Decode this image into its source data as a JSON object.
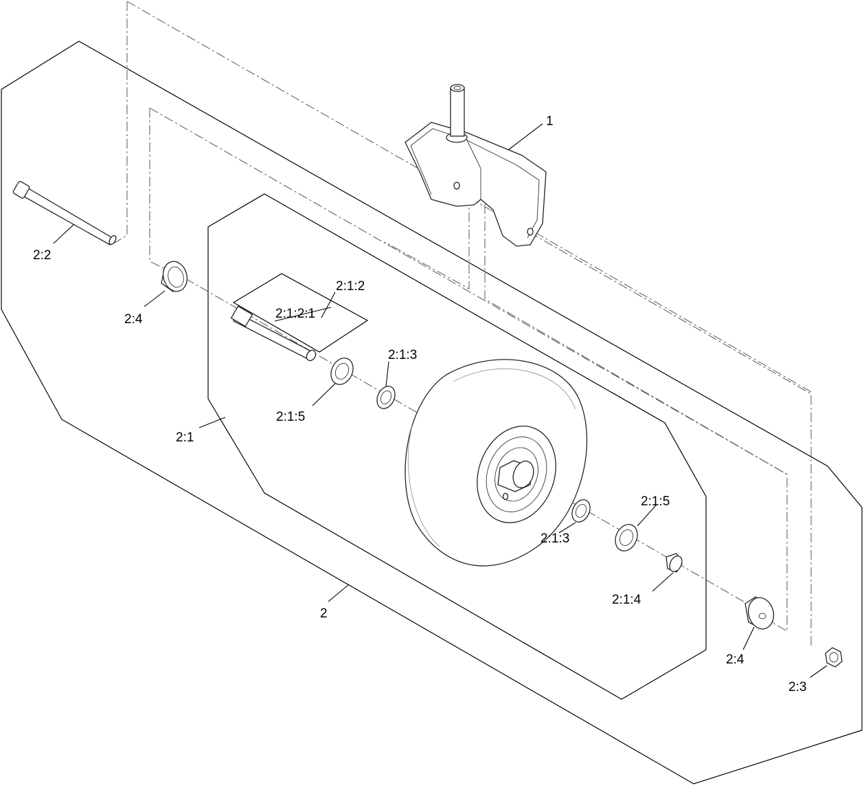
{
  "diagram": {
    "callouts": {
      "c1": "1",
      "c2": "2",
      "c2_1": "2:1",
      "c2_2": "2:2",
      "c2_3": "2:3",
      "c2_4_left": "2:4",
      "c2_4_right": "2:4",
      "c2_1_2": "2:1:2",
      "c2_1_2_1": "2:1:2:1",
      "c2_1_3_top": "2:1:3",
      "c2_1_3_bottom": "2:1:3",
      "c2_1_4": "2:1:4",
      "c2_1_5_left": "2:1:5",
      "c2_1_5_right": "2:1:5"
    }
  }
}
